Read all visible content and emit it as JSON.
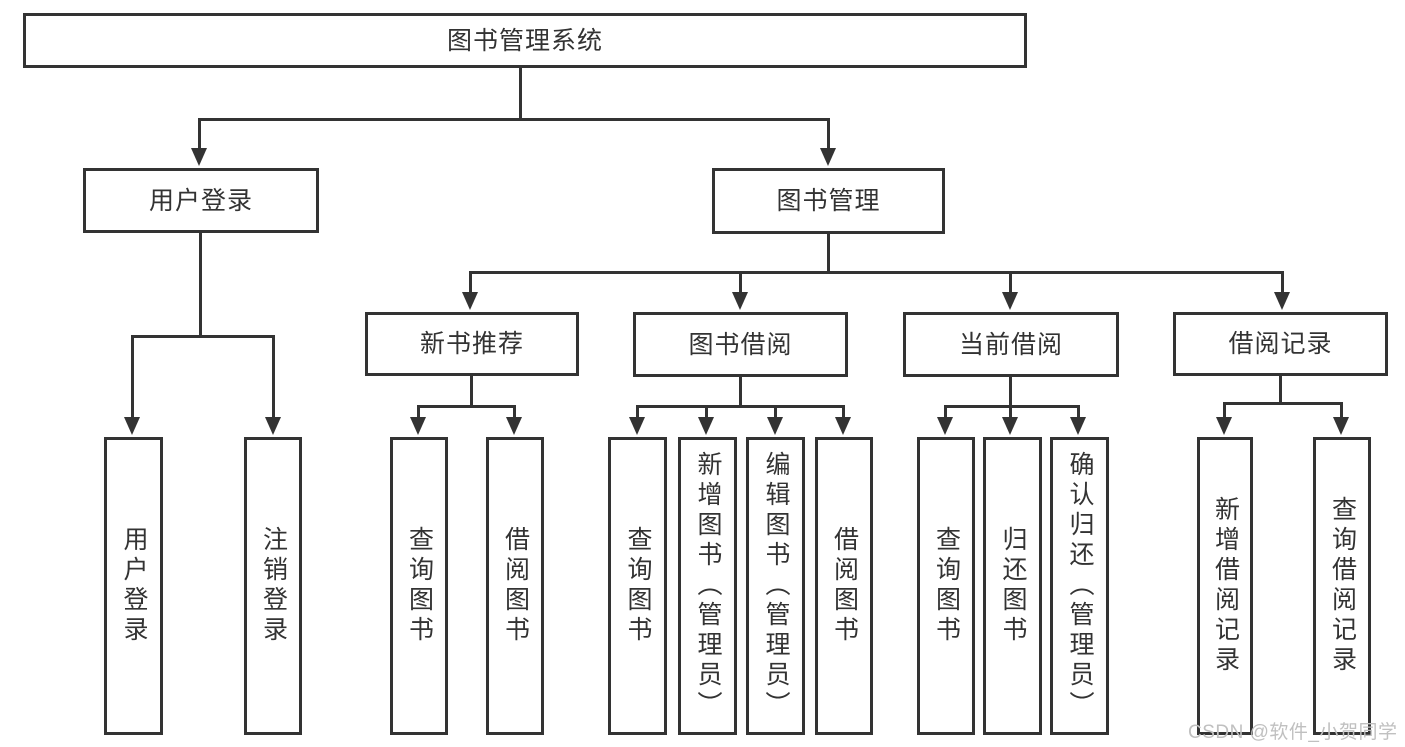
{
  "tree": {
    "label": "图书管理系统",
    "children": [
      {
        "label": "用户登录",
        "children": [
          {
            "label": "用户登录"
          },
          {
            "label": "注销登录"
          }
        ]
      },
      {
        "label": "图书管理",
        "children": [
          {
            "label": "新书推荐",
            "children": [
              {
                "label": "查询图书"
              },
              {
                "label": "借阅图书"
              }
            ]
          },
          {
            "label": "图书借阅",
            "children": [
              {
                "label": "查询图书"
              },
              {
                "label": "新增图书（管理员）"
              },
              {
                "label": "编辑图书（管理员）"
              },
              {
                "label": "借阅图书"
              }
            ]
          },
          {
            "label": "当前借阅",
            "children": [
              {
                "label": "查询图书"
              },
              {
                "label": "归还图书"
              },
              {
                "label": "确认归还（管理员）"
              }
            ]
          },
          {
            "label": "借阅记录",
            "children": [
              {
                "label": "新增借阅记录"
              },
              {
                "label": "查询借阅记录"
              }
            ]
          }
        ]
      }
    ]
  },
  "watermark": {
    "text": "CSDN @软件_小贺同学"
  },
  "colors": {
    "line": "#333333",
    "box_border": "#333333",
    "box_background": "#ffffff",
    "page_background": "#ffffff",
    "text": "#333333",
    "watermark": "#c0c0c0"
  }
}
